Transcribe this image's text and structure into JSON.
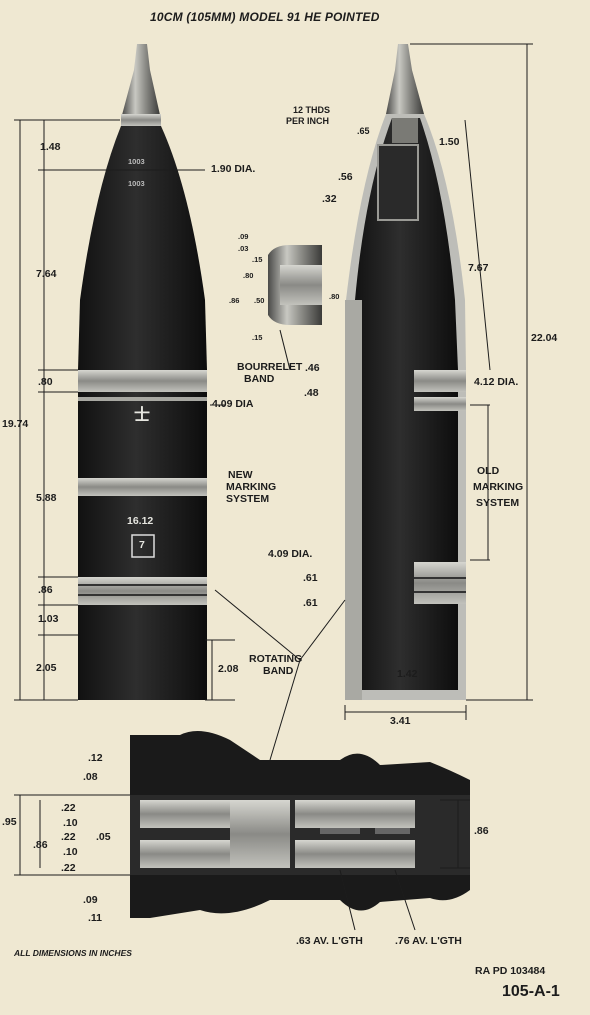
{
  "title": "10CM (105MM) MODEL 91 HE POINTED",
  "left_shell": {
    "dims": {
      "d148": "1.48",
      "d764": "7.64",
      "d080": ".80",
      "d1974": "19.74",
      "d588": "5.88",
      "d086": ".86",
      "d103": "1.03",
      "d205": "2.05",
      "d208": "2.08",
      "dia190": "1.90 DIA.",
      "dia409": "4.09 DIA"
    },
    "marking_symbol": "士",
    "marking_number": "16.12",
    "marking_box": "7",
    "nose_text1": "1003",
    "nose_text2": "1003",
    "new_marking_line1": "NEW",
    "new_marking_line2": "MARKING",
    "new_marking_line3": "SYSTEM"
  },
  "bourrelet_detail": {
    "d009": ".09",
    "d003": ".03",
    "d015a": ".15",
    "d080a": ".80",
    "d086": ".86",
    "d050": ".50",
    "d080b": ".80",
    "d015b": ".15",
    "label_line1": "BOURRELET",
    "label_line2": "BAND",
    "d046": ".46",
    "d048": ".48"
  },
  "right_shell": {
    "threads_line1": "12 THDS",
    "threads_line2": "PER INCH",
    "d065": ".65",
    "d150": "1.50",
    "d056": ".56",
    "d032": ".32",
    "d767": "7.67",
    "d2204": "22.04",
    "dia412": "4.12 DIA.",
    "old_marking_line1": "OLD",
    "old_marking_line2": "MARKING",
    "old_marking_line3": "SYSTEM",
    "dia409": "4.09 DIA.",
    "d061a": ".61",
    "d061b": ".61",
    "d142": "1.42",
    "d341": "3.41"
  },
  "rotating_band": {
    "label_line1": "ROTATING",
    "label_line2": "BAND",
    "d012": ".12",
    "d008": ".08",
    "d095": ".95",
    "d022a": ".22",
    "d010a": ".10",
    "d022b": ".22",
    "d005": ".05",
    "d086": ".86",
    "d010b": ".10",
    "d022c": ".22",
    "d009": ".09",
    "d011": ".11",
    "d086r": ".86",
    "avg063": ".63  AV. L'GTH",
    "avg076": ".76  AV. L'GTH"
  },
  "footnote": "ALL DIMENSIONS IN INCHES",
  "ref": "RA  PD  103484",
  "page_id": "105-A-1",
  "colors": {
    "paper": "#efe8d2",
    "shell": "#1f1f1f",
    "band": "#9a9a95",
    "line": "#1c1c1c"
  }
}
